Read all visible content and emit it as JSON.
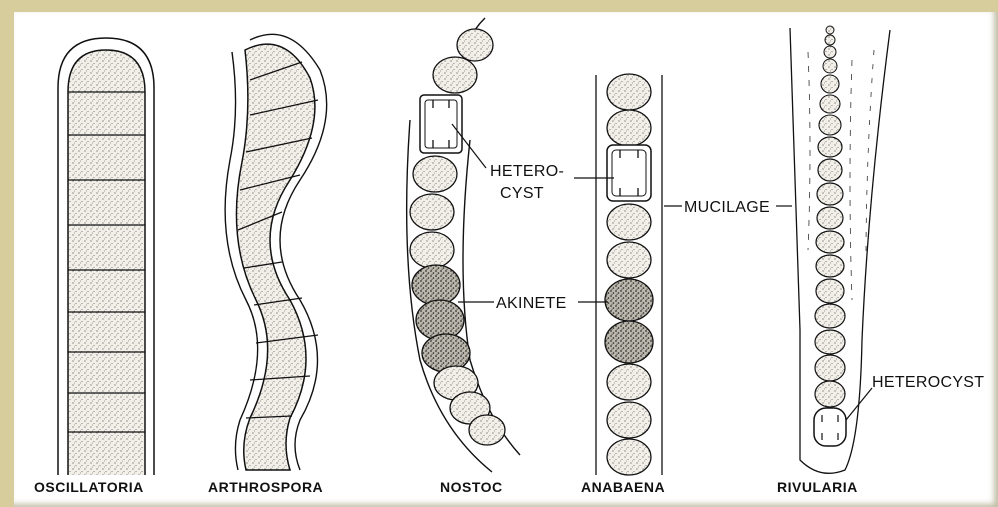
{
  "organisms": [
    {
      "name": "OSCILLATORIA"
    },
    {
      "name": "ARTHROSPORA"
    },
    {
      "name": "NOSTOC"
    },
    {
      "name": "ANABAENA"
    },
    {
      "name": "RIVULARIA"
    }
  ],
  "labels": {
    "heterocyst_top_line1": "HETERO-",
    "heterocyst_top_line2": "CYST",
    "akinete": "AKINETE",
    "mucilage": "MUCILAGE",
    "heterocyst_right": "HETEROCYST"
  },
  "colors": {
    "frame": "#d6cc9c",
    "panel": "#ffffff",
    "ink": "#111111",
    "cell_fill": "#ece9e0"
  }
}
